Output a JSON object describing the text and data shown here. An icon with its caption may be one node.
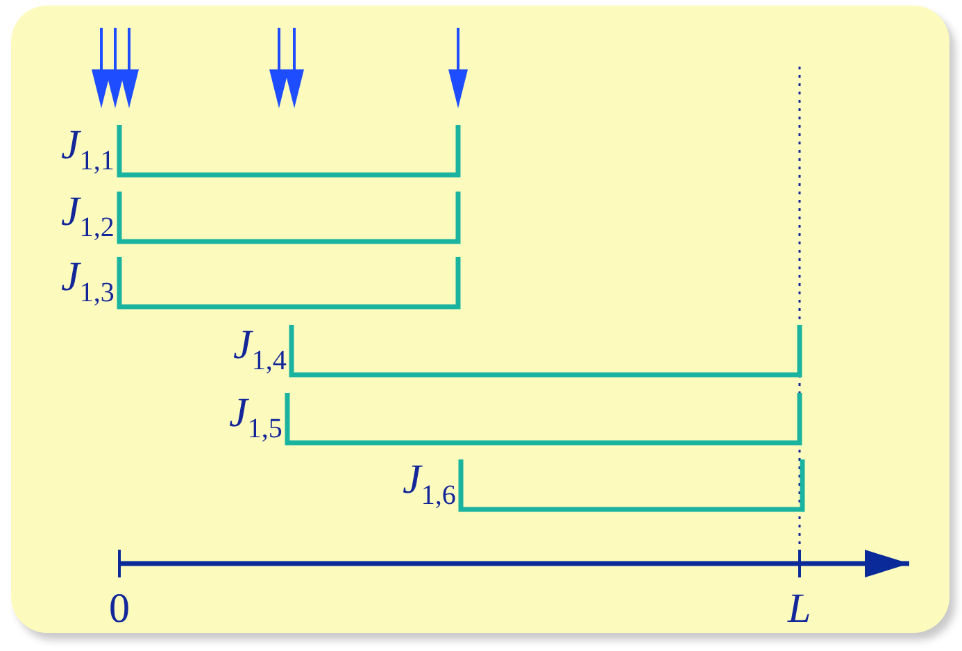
{
  "diagram": {
    "labels": [
      "*J*$_{1,1}$",
      "*J*$_{1,2}$",
      "*J*$_{1,3}$",
      "*J*$_{1,4}$",
      "*J*$_{1,5}$",
      "*J*$_{1,6}$",
      "0",
      "L"
    ]
  }
}
